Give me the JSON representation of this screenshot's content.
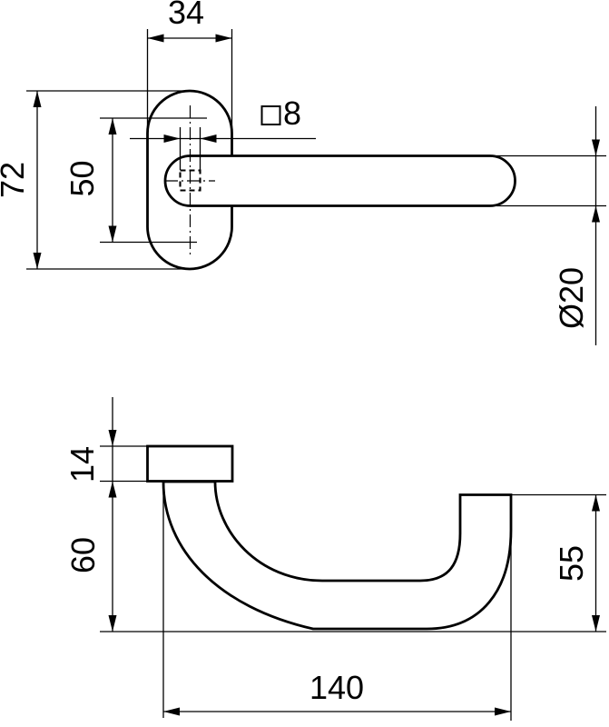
{
  "drawing": {
    "front_view": {
      "rose_width": "34",
      "rose_height": "72",
      "hole_spacing": "50",
      "spindle_square": "8",
      "spindle_symbol": "□",
      "lever_diameter": "Ø20"
    },
    "side_view": {
      "rose_thickness": "14",
      "neck_drop": "60",
      "grip_height": "55",
      "lever_length": "140"
    }
  }
}
